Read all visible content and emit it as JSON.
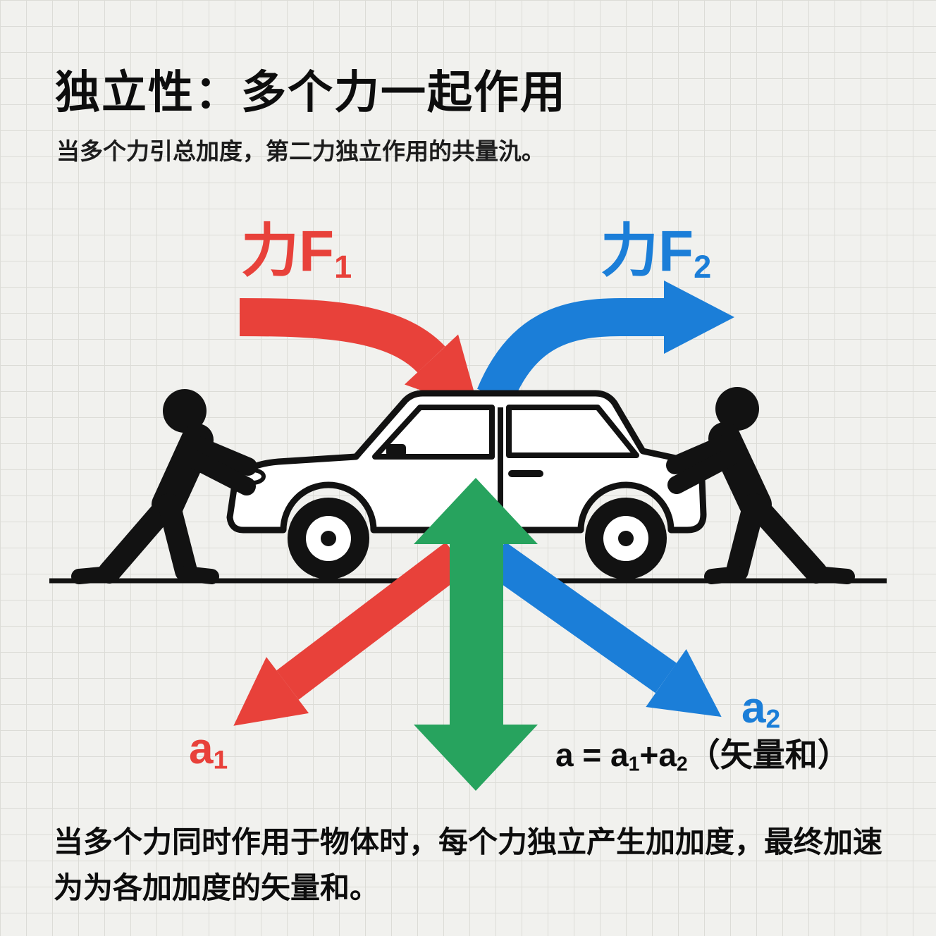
{
  "title": "独立性：多个力一起作用",
  "subtitle": "当多个力引总加度，第二力独立作用的共量氿。",
  "forces": {
    "f1": {
      "main": "力F",
      "sub": "1"
    },
    "f2": {
      "main": "力F",
      "sub": "2"
    }
  },
  "accelerations": {
    "a1": {
      "main": "a",
      "sub": "1"
    },
    "a2": {
      "main": "a",
      "sub": "2"
    }
  },
  "equation": {
    "p1": "a = a",
    "s1": "1",
    "p2": "+a",
    "s2": "2",
    "p3": "（矢量和）"
  },
  "footer": "当多个力同时作用于物体时，每个力独立产生加加度，最终加速为为各加加度的矢量和。",
  "icons": {
    "red_force_arrow": "curved-arrow-right-down",
    "blue_force_arrow": "curved-arrow-up-right",
    "green_resultant_arrow": "double-headed-vertical-arrow",
    "red_accel_arrow": "arrow-down-left",
    "blue_accel_arrow": "arrow-down-right",
    "car": "car-side-view",
    "people": "two-figures-pushing-car"
  },
  "colors": {
    "red": "#e8413a",
    "blue": "#1b7ed8",
    "green": "#27a35e",
    "ink": "#121212",
    "background": "#f1f1ee",
    "grid_line": "#dcdcd7"
  }
}
